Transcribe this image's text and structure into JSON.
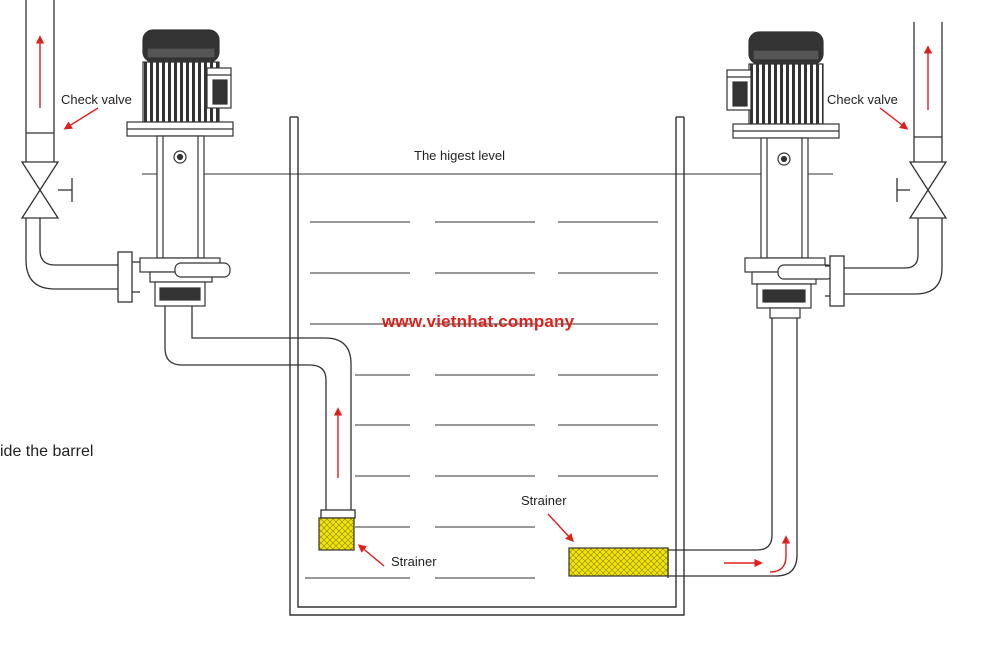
{
  "labels": {
    "check_valve_left": "Check valve",
    "check_valve_right": "Check valve",
    "highest_level": "The higest level",
    "barrel_caption": "ide the barrel",
    "strainer_left": "Strainer",
    "strainer_right": "Strainer",
    "watermark": "www.vietnhat.company"
  },
  "colors": {
    "line": "#333333",
    "arrow": "#e0201c",
    "strainer": "#f2e600",
    "watermark": "#e0201c"
  }
}
